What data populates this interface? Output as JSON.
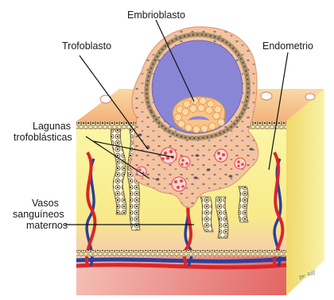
{
  "labels": {
    "embrioblasto": "Embrioblasto",
    "trofoblasto": "Trofoblasto",
    "endometrio": "Endometrio",
    "lagunas_line1": "Lagunas",
    "lagunas_line2": "trofoblásticas",
    "vasos_line1": "Vasos",
    "vasos_line2": "sanguíneos",
    "vasos_line3": "maternos"
  },
  "signature": "Dr. Sdf",
  "colors": {
    "endometrium_surface": "#f7c98f",
    "endometrium_front": "#fbf6a0",
    "endometrium_side": "#f2e27a",
    "trophoblast": "#f7c2a0",
    "blastocyst_cavity": "#8a86d6",
    "embryoblast": "#fbc486",
    "artery": "#d8262a",
    "vein": "#2d3f9a",
    "lacuna_blood": "#e8434a"
  }
}
